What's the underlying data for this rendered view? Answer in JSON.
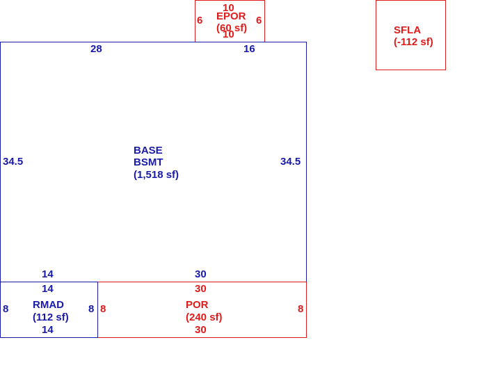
{
  "colors": {
    "base_line": "#1a1aa8",
    "addition_line": "#e01b1b"
  },
  "epor": {
    "name": "EPOR",
    "area": "(60 sf)",
    "dim_top": "10",
    "dim_bottom": "10",
    "dim_left": "6",
    "dim_right": "6"
  },
  "sfla": {
    "name": "SFLA",
    "area": "(-112 sf)"
  },
  "base": {
    "name1": "BASE",
    "name2": "BSMT",
    "area": "(1,518 sf)",
    "dim_top_left": "28",
    "dim_top_right": "16",
    "dim_left": "34.5",
    "dim_right": "34.5",
    "dim_bottom_left": "14",
    "dim_bottom_right": "30"
  },
  "rmad": {
    "name": "RMAD",
    "area": "(112 sf)",
    "dim_top": "14",
    "dim_bottom": "14",
    "dim_left": "8",
    "dim_right": "8"
  },
  "por": {
    "name": "POR",
    "area": "(240 sf)",
    "dim_top": "30",
    "dim_bottom": "30",
    "dim_left": "8",
    "dim_right": "8"
  }
}
